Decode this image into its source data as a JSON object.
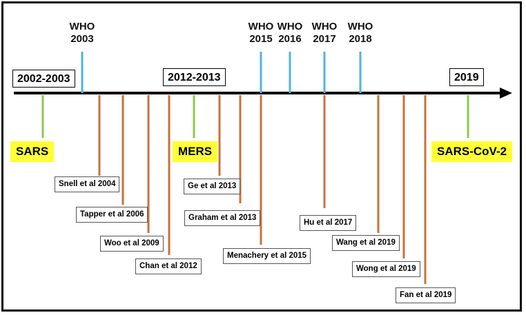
{
  "figure": {
    "dates": [
      {
        "id": "d1",
        "label": "2002-2003"
      },
      {
        "id": "d2",
        "label": "2012-2013"
      },
      {
        "id": "d3",
        "label": "2019"
      }
    ],
    "who_reports": [
      {
        "id": "w2003",
        "label1": "WHO",
        "label2": "2003"
      },
      {
        "id": "w2015",
        "label1": "WHO",
        "label2": "2015"
      },
      {
        "id": "w2016",
        "label1": "WHO",
        "label2": "2016"
      },
      {
        "id": "w2017",
        "label1": "WHO",
        "label2": "2017"
      },
      {
        "id": "w2018",
        "label1": "WHO",
        "label2": "2018"
      }
    ],
    "outbreaks": [
      {
        "id": "sars",
        "label": "SARS"
      },
      {
        "id": "mers",
        "label": "MERS"
      },
      {
        "id": "cov2",
        "label": "SARS-CoV-2"
      }
    ],
    "publications": [
      {
        "id": "p1",
        "label": "Snell et al 2004"
      },
      {
        "id": "p2",
        "label": "Tapper et al 2006"
      },
      {
        "id": "p3",
        "label": "Woo et al 2009"
      },
      {
        "id": "p4",
        "label": "Chan et al 2012"
      },
      {
        "id": "p5",
        "label": "Ge et al 2013"
      },
      {
        "id": "p6",
        "label": "Graham et al 2013"
      },
      {
        "id": "p7",
        "label": "Menachery et al 2015"
      },
      {
        "id": "p8",
        "label": "Hu et al 2017"
      },
      {
        "id": "p9",
        "label": "Wang et al 2019"
      },
      {
        "id": "p10",
        "label": "Wong et al 2019"
      },
      {
        "id": "p11",
        "label": "Fan et al 2019"
      }
    ],
    "colors": {
      "who_line": "#4db3e6",
      "outbreak_line": "#8cc84b",
      "publication_line": "#c8723a",
      "highlight": "#ffff33",
      "axis": "#000000"
    }
  }
}
